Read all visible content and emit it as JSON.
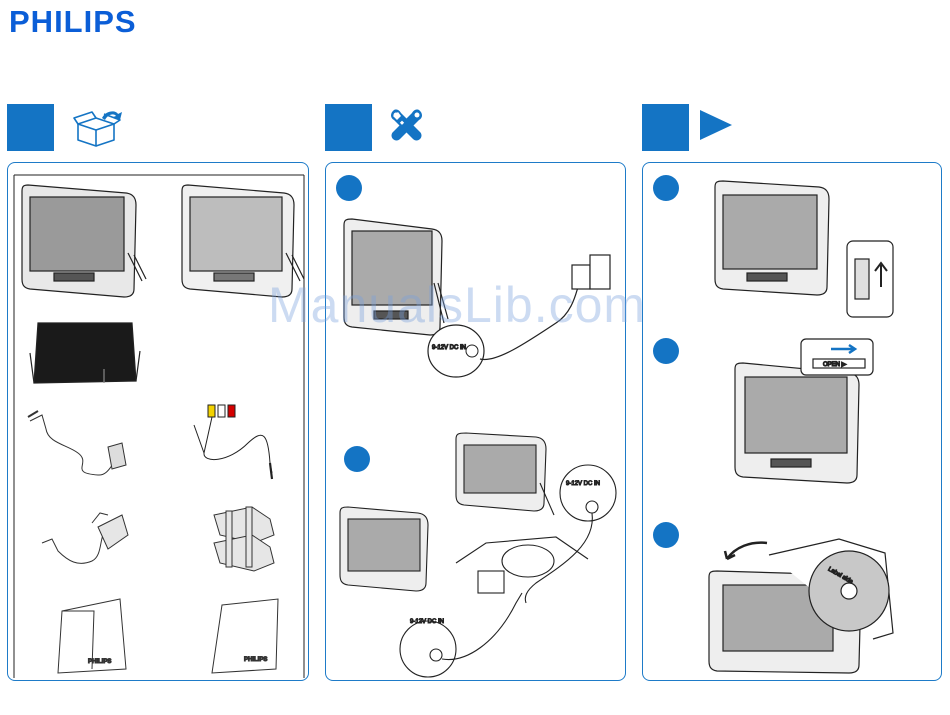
{
  "brand": {
    "logo_text": "PHILIPS",
    "accent": "#1474c4",
    "border": "#1e7bc8"
  },
  "sections": [
    {
      "id": "box-contents",
      "icon": "open-box-icon"
    },
    {
      "id": "install",
      "icon": "tools-icon"
    },
    {
      "id": "play",
      "icon": "play-icon"
    }
  ],
  "labels": {
    "dc_in": "9-12V DC IN",
    "open": "OPEN ▶",
    "label_side": "Label side",
    "booklet_brand": "PHILIPS"
  },
  "watermark": "ManualsLib.com"
}
